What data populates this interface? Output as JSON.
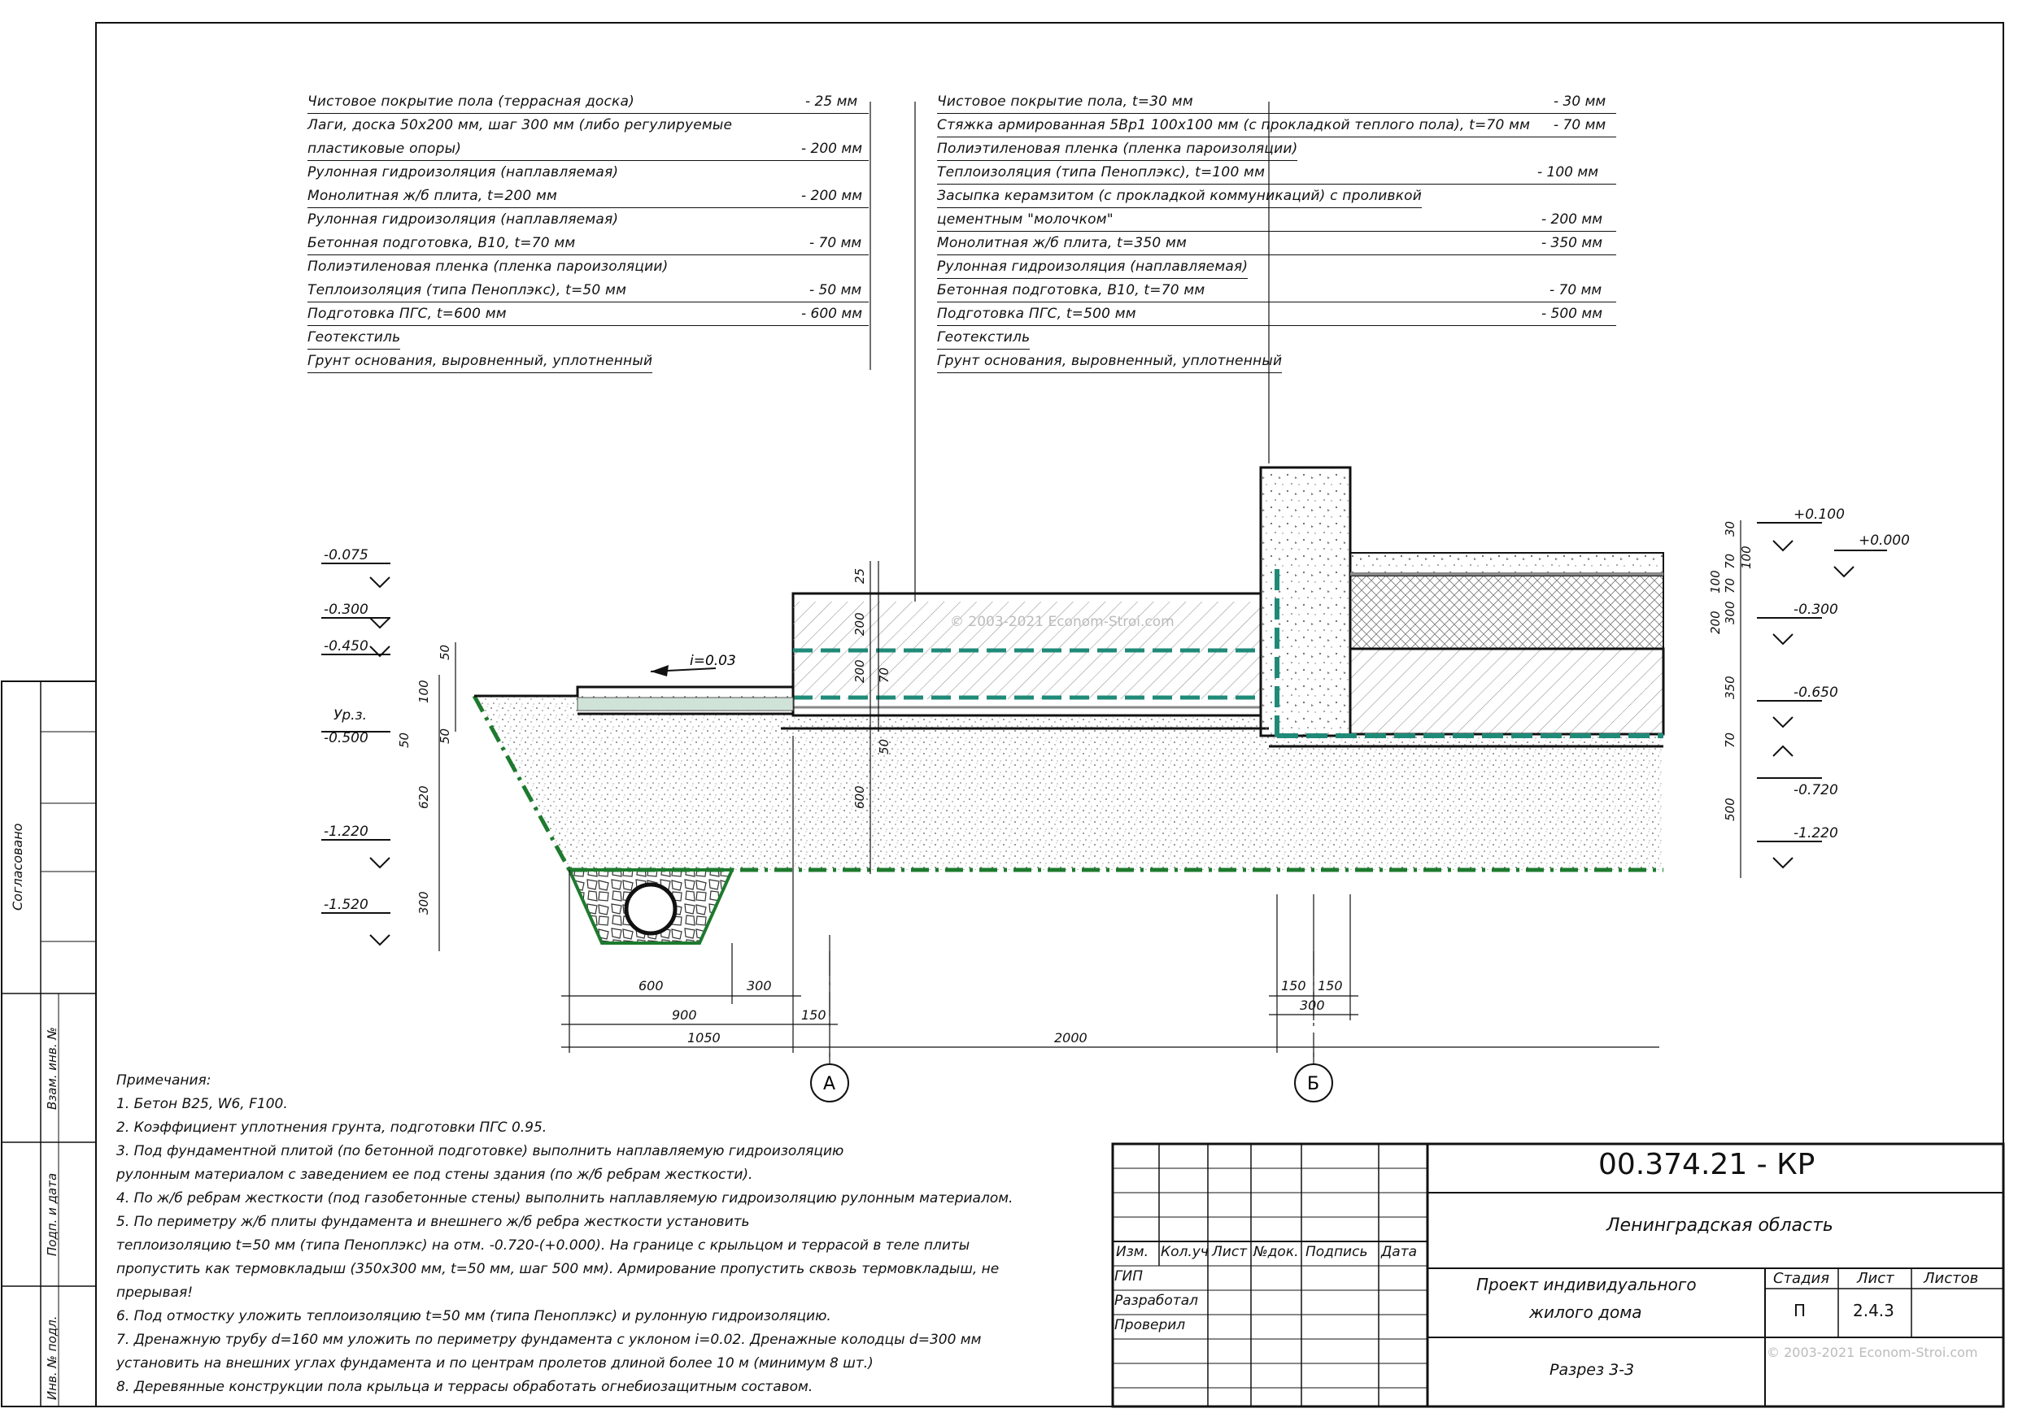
{
  "legend_left": [
    {
      "text": "Чистовое покрытие пола (террасная доска)",
      "value": "- 25 мм"
    },
    {
      "text": "Лаги, доска 50х200 мм, шаг 300 мм (либо регулируемые",
      "value": ""
    },
    {
      "text": "пластиковые опоры)",
      "value": "- 200 мм"
    },
    {
      "text": "Рулонная гидроизоляция (наплавляемая)",
      "value": ""
    },
    {
      "text": "Монолитная ж/б плита, t=200 мм",
      "value": "- 200 мм"
    },
    {
      "text": "Рулонная гидроизоляция (наплавляемая)",
      "value": ""
    },
    {
      "text": "Бетонная подготовка, В10, t=70 мм",
      "value": "- 70 мм"
    },
    {
      "text": "Полиэтиленовая пленка (пленка пароизоляции)",
      "value": ""
    },
    {
      "text": "Теплоизоляция (типа Пеноплэкс), t=50 мм",
      "value": "- 50 мм"
    },
    {
      "text": "Подготовка ПГС, t=600 мм",
      "value": "- 600 мм"
    },
    {
      "text": "Геотекстиль",
      "value": ""
    },
    {
      "text": "Грунт основания, выровненный, уплотненный",
      "value": ""
    }
  ],
  "legend_right": [
    {
      "text": "Чистовое покрытие пола, t=30 мм",
      "value": "- 30 мм"
    },
    {
      "text": "Стяжка армированная 5Вр1 100х100 мм (с прокладкой теплого пола), t=70 мм",
      "value": "- 70 мм"
    },
    {
      "text": "Полиэтиленовая пленка (пленка пароизоляции)",
      "value": ""
    },
    {
      "text": "Теплоизоляция (типа Пеноплэкс), t=100 мм",
      "value": "- 100 мм"
    },
    {
      "text": "Засыпка керамзитом (с прокладкой коммуникаций) с проливкой",
      "value": ""
    },
    {
      "text": "цементным \"молочком\"",
      "value": "- 200 мм"
    },
    {
      "text": "Монолитная ж/б плита, t=350 мм",
      "value": "- 350 мм"
    },
    {
      "text": "Рулонная гидроизоляция (наплавляемая)",
      "value": ""
    },
    {
      "text": "Бетонная подготовка, В10, t=70 мм",
      "value": "- 70 мм"
    },
    {
      "text": "Подготовка ПГС, t=500 мм",
      "value": "- 500 мм"
    },
    {
      "text": "Геотекстиль",
      "value": ""
    },
    {
      "text": "Грунт основания, выровненный, уплотненный",
      "value": ""
    }
  ],
  "levels_left": [
    "-0.075",
    "-0.300",
    "-0.450",
    "Ур.з.",
    "-0.500",
    "-1.220",
    "-1.520"
  ],
  "levels_right": [
    "+0.100",
    "+0.000",
    "-0.300",
    "-0.650",
    "-0.720",
    "-1.220"
  ],
  "dims_vertical": [
    "25",
    "200",
    "200",
    "70",
    "50",
    "600",
    "50",
    "100",
    "50",
    "50",
    "620",
    "300",
    "30",
    "100",
    "70",
    "100",
    "70",
    "300",
    "200",
    "350",
    "70",
    "500"
  ],
  "dims_horizontal": [
    "600",
    "300",
    "900",
    "150",
    "1050",
    "2000",
    "150",
    "150",
    "300"
  ],
  "slope": "i=0.03",
  "axes": [
    "А",
    "Б"
  ],
  "watermark": "© 2003-2021 Econom-Stroi.com",
  "notes_title": "Примечания:",
  "notes": [
    "1. Бетон B25, W6, F100.",
    "2. Коэффициент уплотнения грунта, подготовки ПГС 0.95.",
    "3. Под фундаментной плитой (по бетонной подготовке) выполнить наплавляемую гидроизоляцию",
    "рулонным материалом с заведением ее под стены здания (по ж/б ребрам жесткости).",
    "4. По ж/б ребрам жесткости (под газобетонные стены) выполнить наплавляемую гидроизоляцию рулонным материалом.",
    "5. По периметру ж/б плиты фундамента и внешнего ж/б ребра жесткости установить",
    "теплоизоляцию t=50 мм (типа Пеноплэкс) на отм. -0.720-(+0.000). На границе с крыльцом и террасой в теле плиты",
    "пропустить как термовкладыш (350х300 мм, t=50 мм, шаг 500 мм). Армирование пропустить сквозь термовкладыш, не",
    "прерывая!",
    "6. Под отмостку уложить теплоизоляцию t=50 мм (типа Пеноплэкс) и рулонную гидроизоляцию.",
    "7. Дренажную трубу d=160 мм уложить по периметру фундамента с уклоном i=0.02. Дренажные колодцы d=300 мм",
    "установить на внешних углах фундамента и по центрам пролетов длиной более 10 м (минимум 8 шт.)",
    "8. Деревянные конструкции пола крыльца и террасы обработать огнебиозащитным составом."
  ],
  "title_block": {
    "code": "00.374.21 - КР",
    "region": "Ленинградская область",
    "project": [
      "Проект индивидуального",
      "жилого дома"
    ],
    "sheet_title": "Разрез 3-3",
    "headers": [
      "Изм.",
      "Кол.уч",
      "Лист",
      "№док.",
      "Подпись",
      "Дата"
    ],
    "roles": [
      "ГИП",
      "Разработал",
      "Проверил"
    ],
    "stage_label": "Стадия",
    "sheet_label": "Лист",
    "sheets_label": "Листов",
    "stage": "П",
    "sheet": "2.4.3"
  },
  "side_stamp": [
    "Согласовано",
    "Взам. инв. №",
    "Подп. и дата",
    "Инв. № подл."
  ],
  "colors": {
    "insulation": "#1f8a78",
    "geotextile": "#1e7a2e",
    "line": "#111111"
  }
}
